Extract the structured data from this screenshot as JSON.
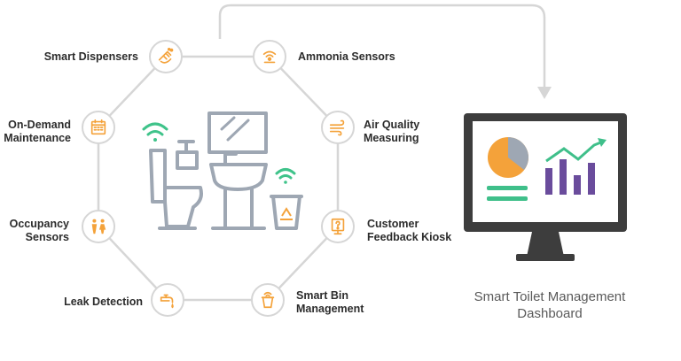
{
  "nodes": [
    {
      "id": "smart-dispensers",
      "lines": [
        "Smart Dispensers"
      ],
      "icon": "hand-wash-icon"
    },
    {
      "id": "ammonia-sensors",
      "lines": [
        "Ammonia Sensors"
      ],
      "icon": "sensor-signal-icon"
    },
    {
      "id": "air-quality",
      "lines": [
        "Air Quality",
        "Measuring"
      ],
      "icon": "wind-icon"
    },
    {
      "id": "feedback-kiosk",
      "lines": [
        "Customer",
        "Feedback Kiosk"
      ],
      "icon": "kiosk-icon"
    },
    {
      "id": "smart-bin",
      "lines": [
        "Smart Bin",
        "Management"
      ],
      "icon": "bin-signal-icon"
    },
    {
      "id": "leak-detection",
      "lines": [
        "Leak Detection"
      ],
      "icon": "faucet-drip-icon"
    },
    {
      "id": "occupancy",
      "lines": [
        "Occupancy",
        "Sensors"
      ],
      "icon": "people-icon"
    },
    {
      "id": "on-demand",
      "lines": [
        "On-Demand",
        "Maintenance"
      ],
      "icon": "calendar-icon"
    }
  ],
  "dashboard": {
    "caption": [
      "Smart Toilet Management",
      "Dashboard"
    ]
  },
  "colors": {
    "accent_orange": "#f4a23a",
    "ring_gray": "#d6d6d6",
    "illustration_gray": "#9ea7b3",
    "wifi_green": "#3fc38a",
    "chart_purple": "#6a4c9c",
    "chart_green": "#3fbf8a",
    "monitor_dark": "#3d3d3d"
  }
}
